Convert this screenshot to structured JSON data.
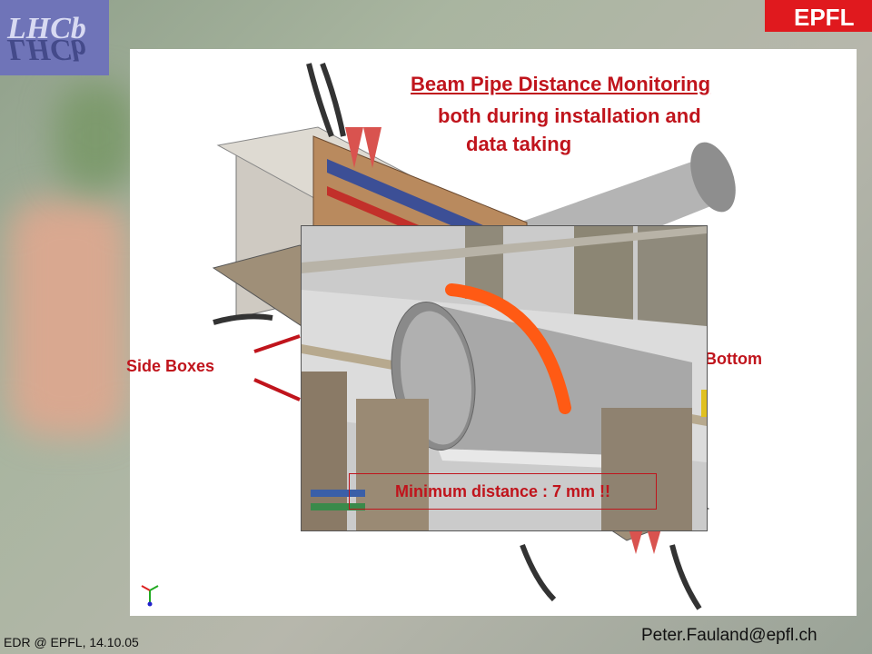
{
  "logos": {
    "left": "LHCb",
    "right": "EPFL"
  },
  "title": {
    "line1": "Beam Pipe Distance Monitoring",
    "line2": "both during installation and",
    "line3": "data taking"
  },
  "labels": {
    "side_boxes": "Side Boxes",
    "bottom": "Bottom"
  },
  "inset": {
    "min_distance": "Minimum distance : 7 mm !!"
  },
  "footer": {
    "left": "EDR @ EPFL, 14.10.05",
    "right": "Peter.Fauland@epfl.ch"
  },
  "colors": {
    "accent": "#c0141c",
    "highlight": "#ff5a14"
  }
}
